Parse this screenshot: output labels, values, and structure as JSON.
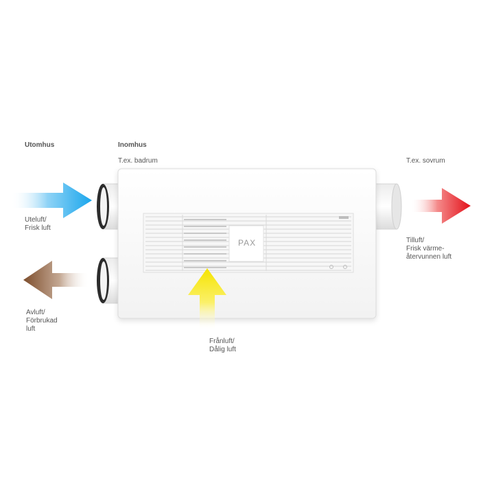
{
  "zones": {
    "outside": "Utomhus",
    "inside": "Inomhus",
    "room_left": "T.ex. badrum",
    "room_right": "T.ex. sovrum"
  },
  "flows": {
    "outdoor_air": "Uteluft/\nFrisk luft",
    "exhaust_air": "Avluft/\nFörbrukad\nluft",
    "extract_air": "Frånluft/\nDålig luft",
    "supply_air": "Tilluft/\nFrisk värme-\nåtervunnen luft"
  },
  "device": {
    "logo": "PAX"
  },
  "colors": {
    "outdoor_arrow": "#3fb4ee",
    "exhaust_arrow": "#8a5a3a",
    "extract_arrow": "#f7e600",
    "supply_arrow": "#e8141c"
  }
}
